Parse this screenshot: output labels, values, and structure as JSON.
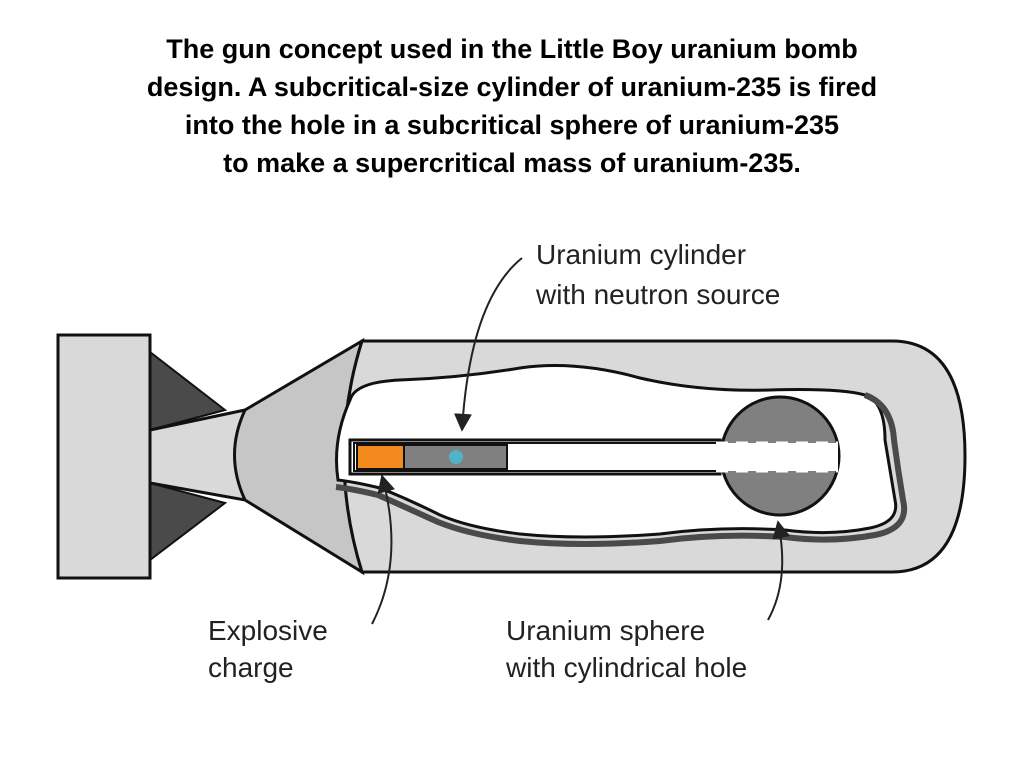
{
  "caption": {
    "line1": "The gun concept used in the Little Boy uranium bomb",
    "line2": "design. A subcritical-size cylinder of uranium-235 is fired",
    "line3": "into the hole in a subcritical sphere of uranium-235",
    "line4": "to make a supercritical mass of uranium-235."
  },
  "labels": {
    "cylinder_line1": "Uranium cylinder",
    "cylinder_line2": "with neutron source",
    "explosive_line1": "Explosive",
    "explosive_line2": "charge",
    "sphere_line1": "Uranium sphere",
    "sphere_line2": "with cylindrical hole"
  },
  "colors": {
    "casing": "#d9d9d9",
    "outline": "#111111",
    "fins": "#4a4a4a",
    "uranium": "#808080",
    "explosive": "#f28a1e",
    "neutron_source": "#4fb3c9"
  }
}
